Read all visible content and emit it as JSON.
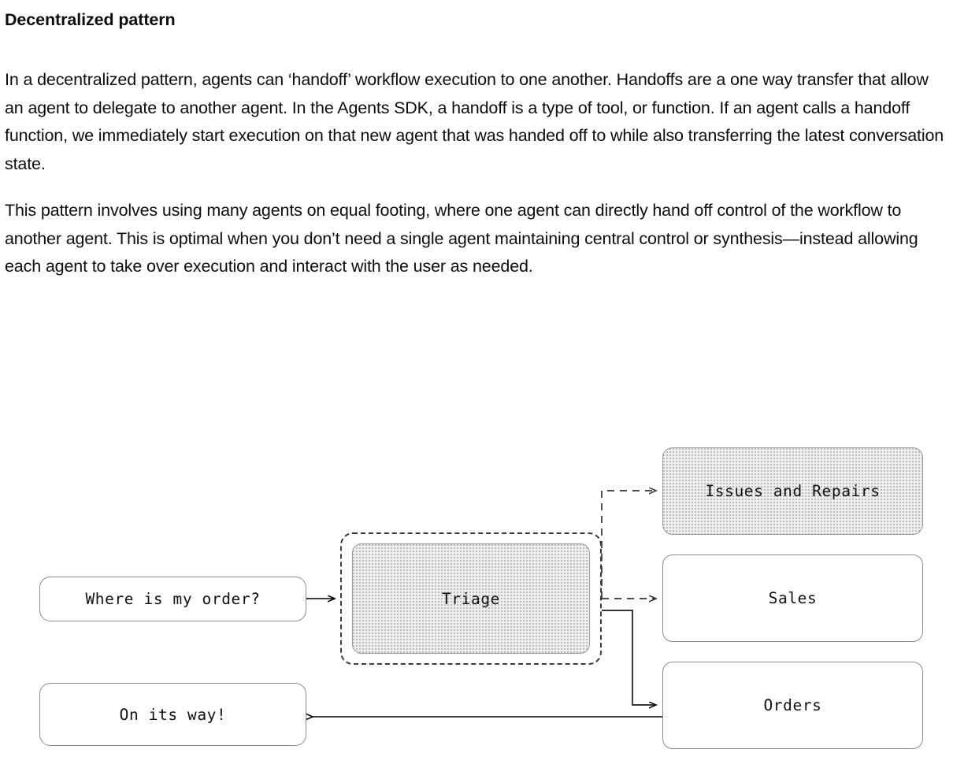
{
  "article": {
    "title": "Decentralized pattern",
    "paragraphs": [
      "In a decentralized pattern, agents can ‘handoff’ workflow execution to one another. Handoffs are a one way transfer that allow an agent to delegate to another agent. In the Agents SDK, a handoff is a type of tool, or function. If an agent calls a handoff function, we immediately start execution on that new agent that was handed off to while also transferring the latest conversation state.",
      "This pattern involves using many agents on equal footing, where one agent can directly hand off control of the workflow to another agent. This is optimal when you don’t need a single agent maintaining central control or synthesis—instead allowing each agent to take over execution and interact with the user as needed."
    ]
  },
  "diagram": {
    "nodes": {
      "question": "Where is my order?",
      "triage": "Triage",
      "issues": "Issues and Repairs",
      "sales": "Sales",
      "orders": "Orders",
      "answer": "On its way!"
    },
    "edges": [
      {
        "id": "question-to-triage",
        "from": "question",
        "to": "triage",
        "style": "solid",
        "arrow": true
      },
      {
        "id": "triage-to-issues",
        "from": "triage",
        "to": "issues",
        "style": "dashed",
        "arrow": true
      },
      {
        "id": "triage-to-sales",
        "from": "triage",
        "to": "sales",
        "style": "dashed",
        "arrow": true
      },
      {
        "id": "triage-to-orders",
        "from": "triage",
        "to": "orders",
        "style": "solid",
        "arrow": true
      },
      {
        "id": "orders-to-answer",
        "from": "orders",
        "to": "answer",
        "style": "solid",
        "arrow": true
      }
    ],
    "colors": {
      "text": "#111111",
      "node_border": "#8c8c8c",
      "shaded_fill": "#efefef",
      "group_border": "#3a3a3a",
      "edge_solid": "#000000",
      "edge_dashed": "#333333"
    }
  }
}
